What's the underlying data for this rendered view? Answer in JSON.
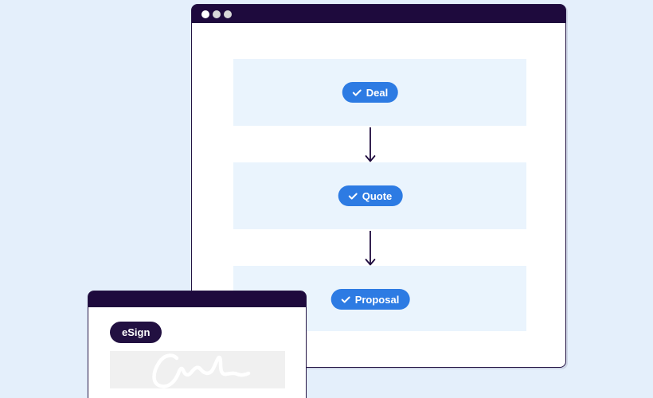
{
  "canvas": {
    "background_color": "#e4effb"
  },
  "flow_window": {
    "titlebar_color": "#1e0a3d",
    "border_color": "#241444",
    "band_color": "#eaf4fd",
    "accent_blue": "#2d7be3",
    "arrow_color": "#1e0a3d",
    "window_dots": [
      {
        "color": "#ffffff"
      },
      {
        "color": "#d9d9d9"
      },
      {
        "color": "#d9d9d9"
      }
    ],
    "steps": [
      {
        "label": "Deal",
        "checked": true
      },
      {
        "label": "Quote",
        "checked": true
      },
      {
        "label": "Proposal",
        "checked": true
      }
    ]
  },
  "esign_window": {
    "titlebar_color": "#1e0a3d",
    "badge": {
      "label": "eSign",
      "color": "#221041"
    },
    "signature_field": {
      "background_color": "#f0f0f0",
      "stroke_color": "#ffffff"
    }
  }
}
